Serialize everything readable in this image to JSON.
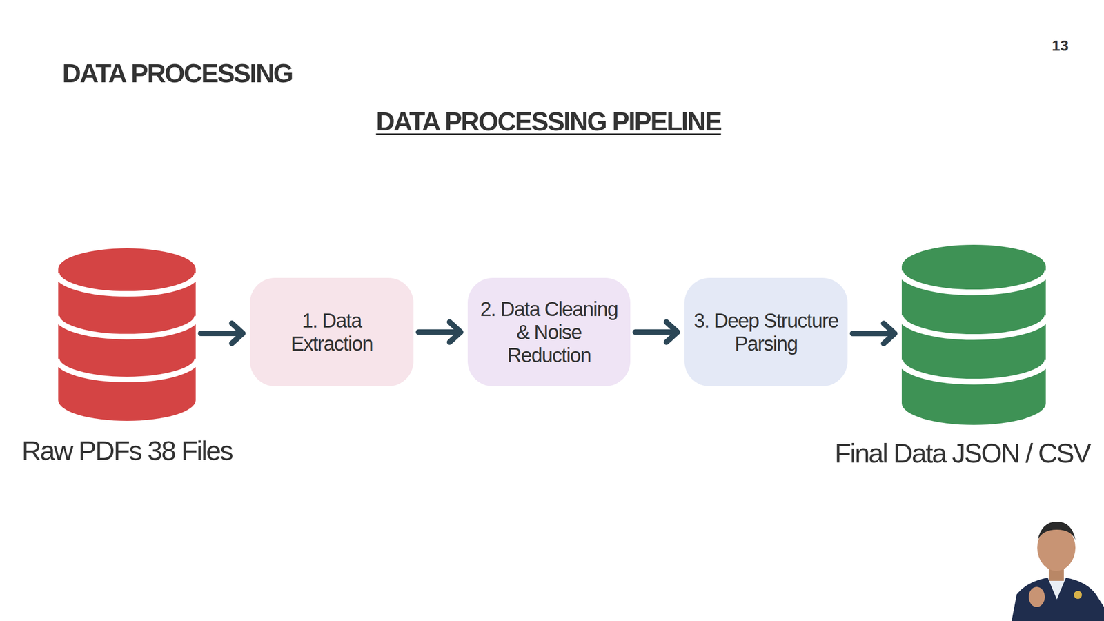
{
  "diagram": {
    "title": "DATA PROCESSING",
    "nodes": [
      {
        "text": [
          "Raw PDFs 38 Files"
        ]
      },
      {
        "text": [
          "1. Data Extraction"
        ]
      },
      {
        "text": [
          "2. Data Cleaning & Noise Reduction"
        ]
      },
      {
        "text": [
          "3. Deep Structure Parsing"
        ]
      },
      {
        "text": [
          "Final Data JSON / CSV"
        ]
      }
    ],
    "edges": [
      {
        "from": 0,
        "to": 1,
        "arrow": "to"
      },
      {
        "from": 1,
        "to": 2,
        "arrow": "to"
      },
      {
        "from": 2,
        "to": 3,
        "arrow": "to"
      },
      {
        "from": 3,
        "to": 4,
        "arrow": "to"
      }
    ],
    "labels": [
      "13",
      "DATA PROCESSING PIPELINE"
    ]
  }
}
